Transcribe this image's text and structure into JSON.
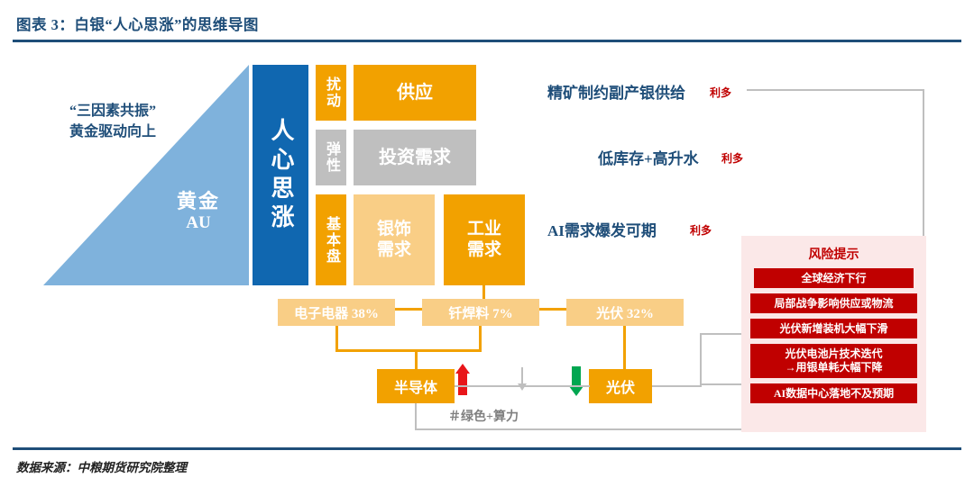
{
  "header": {
    "title": "图表 3：白银“人心思涨”的思维导图"
  },
  "footer": {
    "source": "数据来源：中粮期货研究院整理"
  },
  "colors": {
    "title_blue": "#1F4E79",
    "core_blue": "#1067B0",
    "triangle_blue": "#7FB2DC",
    "orange": "#F2A100",
    "light_orange": "#F9CE86",
    "gray": "#BFBFBF",
    "risk_red": "#C00000",
    "risk_panel": "#FBE8E8",
    "up_arrow_red": "#E8161A",
    "down_arrow_green": "#00A650"
  },
  "triangle": {
    "caption_line1": "“三因素共振”",
    "caption_line2": "黄金驱动向上",
    "label_cn": "黄金",
    "label_en": "AU"
  },
  "core": {
    "label": "人心思涨"
  },
  "rows": [
    {
      "tag": "扰动",
      "tag_style": "orange",
      "box": "供应",
      "box_style": "orange"
    },
    {
      "tag": "弹性",
      "tag_style": "gray",
      "box": "投资需求",
      "box_style": "gray"
    },
    {
      "tag": "基本盘",
      "tag_style": "orange",
      "box": "银饰\n需求",
      "box_style": "lorange",
      "box2": "工业\n需求",
      "box2_style": "orange"
    }
  ],
  "statements": [
    {
      "text": "精矿制约副产银供给",
      "tag": "利多"
    },
    {
      "text": "低库存+高升水",
      "tag": "利多"
    },
    {
      "text": "AI需求爆发可期",
      "tag": "利多"
    }
  ],
  "breakdown": [
    {
      "label": "电子电器 38%",
      "value": 38
    },
    {
      "label": "钎焊料  7%",
      "value": 7
    },
    {
      "label": "光伏  32%",
      "value": 32
    }
  ],
  "leaves": [
    {
      "label": "半导体",
      "trend": "up",
      "trend_symbol": "▲"
    },
    {
      "label": "光伏",
      "trend": "down",
      "trend_symbol": "▼"
    }
  ],
  "note": {
    "text": "＃绿色+算力"
  },
  "risk": {
    "title": "风险提示",
    "items": [
      "全球经济下行",
      "局部战争影响供应或物流",
      "光伏新增装机大幅下滑",
      "光伏电池片技术迭代\n→用银单耗大幅下降",
      "AI数据中心落地不及预期"
    ]
  }
}
